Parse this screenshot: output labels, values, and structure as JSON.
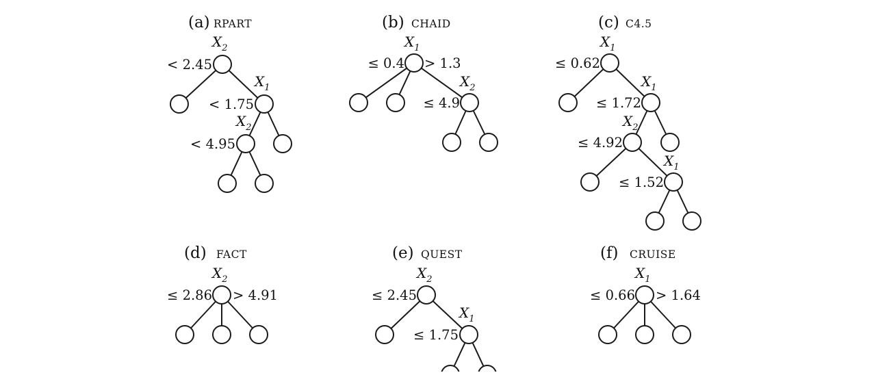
{
  "panels": [
    {
      "id": "a",
      "caption_letter": "(a)",
      "caption_name": "RPART",
      "split_vars": [
        {
          "sym": "X",
          "sub": "2"
        },
        {
          "sym": "X",
          "sub": "1"
        },
        {
          "sym": "X",
          "sub": "2"
        }
      ],
      "labels": [
        "< 2.45",
        "< 1.75",
        "< 4.95"
      ]
    },
    {
      "id": "b",
      "caption_letter": "(b)",
      "caption_name": "CHAID",
      "split_vars": [
        {
          "sym": "X",
          "sub": "1"
        },
        {
          "sym": "X",
          "sub": "2"
        }
      ],
      "labels": [
        "≤ 0.4",
        "> 1.3",
        "≤ 4.9"
      ]
    },
    {
      "id": "c",
      "caption_letter": "(c)",
      "caption_name": "C4.5",
      "split_vars": [
        {
          "sym": "X",
          "sub": "1"
        },
        {
          "sym": "X",
          "sub": "1"
        },
        {
          "sym": "X",
          "sub": "2"
        },
        {
          "sym": "X",
          "sub": "1"
        }
      ],
      "labels": [
        "≤ 0.62",
        "≤ 1.72",
        "≤ 4.92",
        "≤ 1.52"
      ]
    },
    {
      "id": "d",
      "caption_letter": "(d)",
      "caption_name": "FACT",
      "split_vars": [
        {
          "sym": "X",
          "sub": "2"
        }
      ],
      "labels": [
        "≤ 2.86",
        "> 4.91"
      ]
    },
    {
      "id": "e",
      "caption_letter": "(e)",
      "caption_name": "QUEST",
      "split_vars": [
        {
          "sym": "X",
          "sub": "2"
        },
        {
          "sym": "X",
          "sub": "1"
        }
      ],
      "labels": [
        "≤ 2.45",
        "≤ 1.75"
      ]
    },
    {
      "id": "f",
      "caption_letter": "(f)",
      "caption_name": "CRUISE",
      "split_vars": [
        {
          "sym": "X",
          "sub": "1"
        }
      ],
      "labels": [
        "≤ 0.66",
        "> 1.64"
      ]
    }
  ]
}
